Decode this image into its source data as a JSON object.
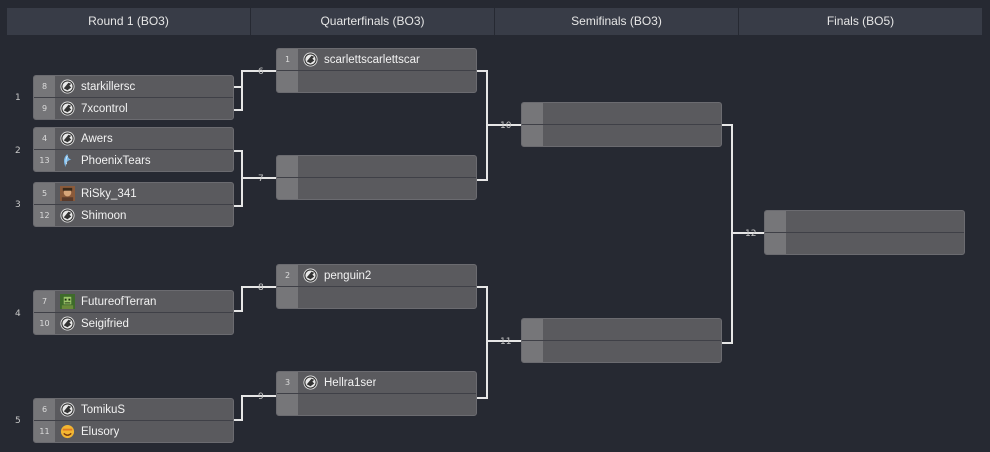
{
  "rounds": [
    {
      "title": "Round 1 (BO3)"
    },
    {
      "title": "Quarterfinals (BO3)"
    },
    {
      "title": "Semifinals (BO3)"
    },
    {
      "title": "Finals (BO5)"
    }
  ],
  "row_labels": [
    "1",
    "2",
    "3",
    "4",
    "5"
  ],
  "match_numbers": {
    "m6": "6",
    "m7": "7",
    "m8": "8",
    "m9": "9",
    "m10": "10",
    "m11": "11",
    "m12": "12"
  },
  "round1": [
    {
      "p1": {
        "seed": "8",
        "name": "starkillersc",
        "icon": "terran-icon"
      },
      "p2": {
        "seed": "9",
        "name": "7xcontrol",
        "icon": "terran-icon"
      }
    },
    {
      "p1": {
        "seed": "4",
        "name": "Awers",
        "icon": "terran-icon"
      },
      "p2": {
        "seed": "13",
        "name": "PhoenixTears",
        "icon": "phoenix-icon"
      }
    },
    {
      "p1": {
        "seed": "5",
        "name": "RiSky_341",
        "icon": "portrait-icon"
      },
      "p2": {
        "seed": "12",
        "name": "Shimoon",
        "icon": "terran-icon"
      }
    },
    {
      "p1": {
        "seed": "7",
        "name": "FutureofTerran",
        "icon": "pixel-portrait-icon"
      },
      "p2": {
        "seed": "10",
        "name": "Seigifried",
        "icon": "terran-icon"
      }
    },
    {
      "p1": {
        "seed": "6",
        "name": "TomikuS",
        "icon": "terran-icon"
      },
      "p2": {
        "seed": "11",
        "name": "Elusory",
        "icon": "emoji-icon"
      }
    }
  ],
  "quarterfinals": [
    {
      "p1": {
        "seed": "1",
        "name": "scarlettscarlettscar",
        "icon": "terran-icon"
      },
      "p2": {
        "seed": "",
        "name": ""
      }
    },
    {
      "p1": {
        "seed": "",
        "name": ""
      },
      "p2": {
        "seed": "",
        "name": ""
      }
    },
    {
      "p1": {
        "seed": "2",
        "name": "penguin2",
        "icon": "terran-icon"
      },
      "p2": {
        "seed": "",
        "name": ""
      }
    },
    {
      "p1": {
        "seed": "3",
        "name": "Hellra1ser",
        "icon": "terran-icon"
      },
      "p2": {
        "seed": "",
        "name": ""
      }
    }
  ],
  "semifinals": [
    {
      "p1": {
        "seed": "",
        "name": ""
      },
      "p2": {
        "seed": "",
        "name": ""
      }
    },
    {
      "p1": {
        "seed": "",
        "name": ""
      },
      "p2": {
        "seed": "",
        "name": ""
      }
    }
  ],
  "finals": [
    {
      "p1": {
        "seed": "",
        "name": ""
      },
      "p2": {
        "seed": "",
        "name": ""
      }
    }
  ],
  "colors": {
    "background": "#262932",
    "header": "#383c47",
    "slot": "#5a5a5e",
    "seed": "#767679",
    "line": "#e6e6e6"
  }
}
